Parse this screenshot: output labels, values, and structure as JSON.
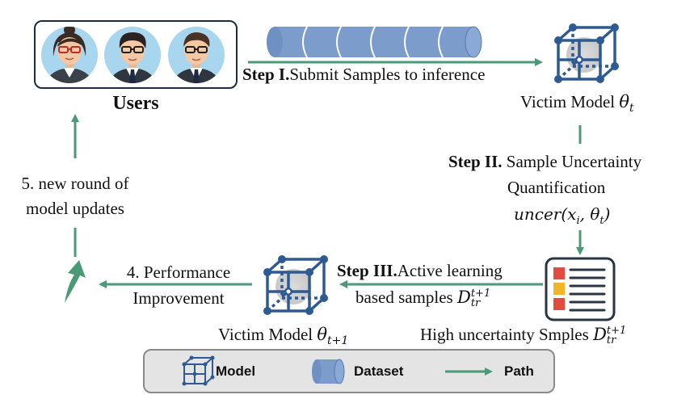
{
  "users": {
    "label": "Users",
    "count": 3
  },
  "step1": {
    "bold": "Step I.",
    "text": "Submit Samples to inference"
  },
  "victim_top": {
    "label": "Victim Model",
    "theta": "θ",
    "sub": "t"
  },
  "step2": {
    "bold": "Step II.",
    "text": " Sample Uncertainty",
    "line2": "Quantification",
    "formula_prefix": "uncer(x",
    "formula_i": "i",
    "formula_mid": ", θ",
    "formula_t": "t",
    "formula_end": ")"
  },
  "step3": {
    "bold": "Step III.",
    "text": "Active learning",
    "line2": "based samples",
    "D": "D",
    "sup": "t+1",
    "sub": "tr"
  },
  "high_unc": {
    "label": "High uncertainty Smples",
    "D": "D",
    "sup": "t+1",
    "sub": "tr"
  },
  "victim_bottom": {
    "label": "Victim Model",
    "theta": "θ",
    "sub": "t+1"
  },
  "step4": {
    "line1": "4. Performance",
    "line2": "Improvement"
  },
  "step5": {
    "line1": "5. new round of",
    "line2": "model updates"
  },
  "legend": {
    "model": "Model",
    "dataset": "Dataset",
    "path": "Path"
  },
  "colors": {
    "arrow": "#4a9a78",
    "cylinder": "#7c9ccb",
    "cylinder_dark": "#3c5a8a",
    "cube": "#2e5a94",
    "legend_bg": "#e4e4e4"
  },
  "icons": [
    "user-avatar-icon",
    "dataset-cylinder-icon",
    "model-cube-icon",
    "document-list-icon",
    "curved-arrow-icon"
  ]
}
